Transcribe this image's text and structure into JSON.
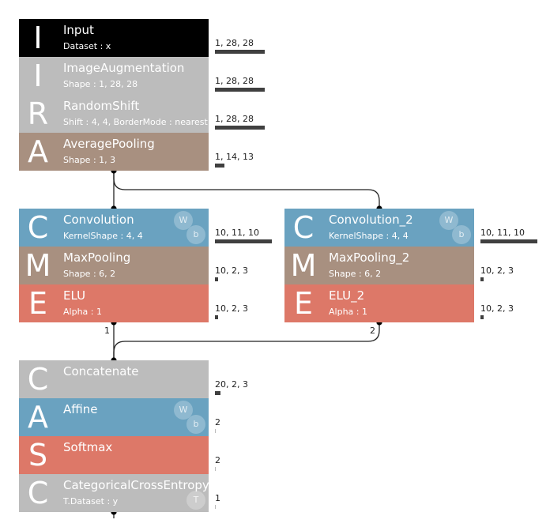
{
  "colors": {
    "input": "#000000",
    "gray": "#bcbcbc",
    "brown": "#a89080",
    "blue": "#6aa2c0",
    "red": "#dd7868"
  },
  "nodes": [
    {
      "letter": "I",
      "name": "Input",
      "params": "Dataset : x",
      "shape": "1, 28, 28",
      "shape_fraction": 0.88,
      "color": "#000000"
    },
    {
      "letter": "I",
      "name": "ImageAugmentation",
      "params": "Shape : 1, 28, 28",
      "shape": "1, 28, 28",
      "shape_fraction": 0.88,
      "color": "#bcbcbc"
    },
    {
      "letter": "R",
      "name": "RandomShift",
      "params": "Shift : 4, 4, BorderMode : nearest",
      "shape": "1, 28, 28",
      "shape_fraction": 0.88,
      "color": "#bcbcbc"
    },
    {
      "letter": "A",
      "name": "AveragePooling",
      "params": "Shape : 1, 3",
      "shape": "1, 14, 13",
      "shape_fraction": 0.16,
      "color": "#a89080"
    },
    {
      "letter": "C",
      "name": "Convolution",
      "params": "KernelShape : 4, 4",
      "shape": "10, 11, 10",
      "shape_fraction": 1.0,
      "color": "#6aa2c0",
      "badges": [
        "W",
        "b"
      ]
    },
    {
      "letter": "M",
      "name": "MaxPooling",
      "params": "Shape : 6, 2",
      "shape": "10, 2, 3",
      "shape_fraction": 0.05,
      "color": "#a89080"
    },
    {
      "letter": "E",
      "name": "ELU",
      "params": "Alpha : 1",
      "shape": "10, 2, 3",
      "shape_fraction": 0.05,
      "color": "#dd7868"
    },
    {
      "letter": "C",
      "name": "Convolution_2",
      "params": "KernelShape : 4, 4",
      "shape": "10, 11, 10",
      "shape_fraction": 1.0,
      "color": "#6aa2c0",
      "badges": [
        "W",
        "b"
      ]
    },
    {
      "letter": "M",
      "name": "MaxPooling_2",
      "params": "Shape : 6, 2",
      "shape": "10, 2, 3",
      "shape_fraction": 0.05,
      "color": "#a89080"
    },
    {
      "letter": "E",
      "name": "ELU_2",
      "params": "Alpha : 1",
      "shape": "10, 2, 3",
      "shape_fraction": 0.05,
      "color": "#dd7868"
    },
    {
      "letter": "C",
      "name": "Concatenate",
      "params": "",
      "shape": "20, 2, 3",
      "shape_fraction": 0.1,
      "color": "#bcbcbc"
    },
    {
      "letter": "A",
      "name": "Affine",
      "params": "",
      "shape": "2",
      "shape_fraction": 0.0,
      "color": "#6aa2c0",
      "badges": [
        "W",
        "b"
      ]
    },
    {
      "letter": "S",
      "name": "Softmax",
      "params": "",
      "shape": "2",
      "shape_fraction": 0.0,
      "color": "#dd7868"
    },
    {
      "letter": "C",
      "name": "CategoricalCrossEntropy",
      "params": "T.Dataset : y",
      "shape": "1",
      "shape_fraction": 0.0,
      "color": "#bcbcbc",
      "badges": [
        "T"
      ]
    }
  ],
  "edge_labels": [
    "1",
    "2"
  ]
}
